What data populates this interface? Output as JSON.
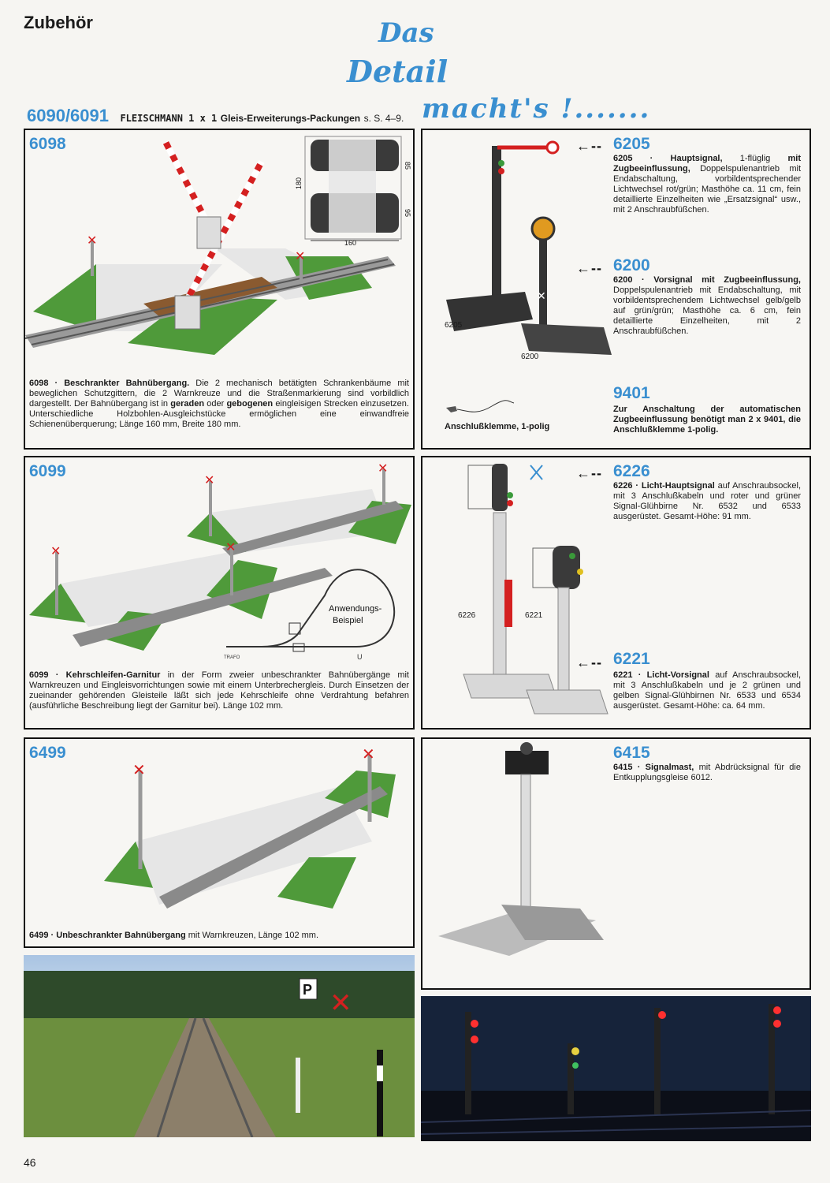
{
  "page": {
    "section_title": "Zubehör",
    "slogan": [
      "Das",
      "Detail",
      "macht's !......."
    ],
    "page_number": "46"
  },
  "header": {
    "number": "6090/6091",
    "brand": "FLEISCHMANN 1 x 1",
    "text": "Gleis-Erweiterungs-Packungen",
    "ref": "s. S. 4–9."
  },
  "p6098": {
    "number": "6098",
    "bold": "6098 · Beschrankter Bahnübergang.",
    "text1": " Die 2 mechanisch betätigten Schrankenbäume mit beweglichen Schutzgittern, die 2 Warnkreuze und die Straßenmarkierung sind vorbildlich dargestellt. Der Bahnübergang ist in ",
    "b1": "geraden",
    "text2": " oder ",
    "b2": "gebogenen",
    "text3": " eingleisigen Strecken einzusetzen. Unterschiedliche Holzbohlen-Ausgleichstücke ermöglichen eine einwandfreie Schienenüberquerung; Länge 160 mm, Breite 180 mm.",
    "dims": {
      "w": "160",
      "h": "180",
      "a": "85",
      "b": "95"
    }
  },
  "p6205": {
    "number": "6205",
    "bold": "6205 · Hauptsignal,",
    "text1": " 1-flüglig ",
    "b1": "mit Zugbeeinflussung,",
    "text2": " Doppelspulenantrieb mit Endabschaltung, vorbildentsprechender Lichtwechsel rot/grün; Masthöhe ca. 11 cm, fein detaillierte Einzelheiten wie „Ersatzsignal“ usw., mit 2 Anschraubfüßchen.",
    "label": "6205"
  },
  "p6200": {
    "number": "6200",
    "bold": "6200 · Vorsignal mit Zugbeeinflussung,",
    "text": " Doppelspulenantrieb mit Endabschaltung, mit vorbildentsprechendem Lichtwechsel gelb/gelb auf grün/grün; Masthöhe ca. 6 cm, fein detaillierte Einzelheiten, mit 2 Anschraubfüßchen.",
    "label": "6200"
  },
  "p9401": {
    "number": "9401",
    "text": "Zur Anschaltung der automatischen Zugbeeinflussung benötigt man 2 x 9401, die Anschlußklemme 1-polig.",
    "clamp_label": "Anschlußklemme, 1-polig"
  },
  "p6099": {
    "number": "6099",
    "bold": "6099 · Kehrschleifen-Garnitur",
    "text": " in der Form zweier unbeschrankter Bahnübergänge mit Warnkreuzen und Eingleisvorrichtungen sowie mit einem Unterbrechergleis. Durch Einsetzen der zueinander gehörenden Gleisteile läßt sich jede Kehrschleife ohne Verdrahtung befahren (ausführliche Beschreibung liegt der Garnitur bei). Länge 102 mm.",
    "example": [
      "Anwendungs-",
      "Beispiel"
    ],
    "trafo": "TRAFO",
    "u": "U"
  },
  "p6226": {
    "number": "6226",
    "bold": "6226 · Licht-Hauptsignal",
    "text": " auf Anschraubsockel, mit 3 Anschlußkabeln und roter und grüner Signal-Glühbirne Nr. 6532 und 6533 ausgerüstet. Gesamt-Höhe: 91 mm.",
    "label": "6226"
  },
  "p6221": {
    "number": "6221",
    "bold": "6221 · Licht-Vorsignal",
    "text": " auf Anschraubsockel, mit 3 Anschlußkabeln und je 2 grünen und gelben Signal-Glühbirnen Nr. 6533 und 6534 ausgerüstet. Gesamt-Höhe: ca. 64 mm.",
    "label": "6221"
  },
  "p6499": {
    "number": "6499",
    "bold": "6499 · Unbeschrankter Bahnübergang",
    "text": " mit Warnkreuzen, Länge 102 mm."
  },
  "p6415": {
    "number": "6415",
    "bold": "6415 · Signalmast,",
    "text": " mit Abdrücksignal für die Entkupplungsgleise 6012."
  },
  "photo1": {
    "sign_p": "P"
  },
  "arrow_glyph": "←--",
  "colors": {
    "accent": "#3a8fd0",
    "grass": "#4f9a3a",
    "signal_red": "#d42020"
  }
}
